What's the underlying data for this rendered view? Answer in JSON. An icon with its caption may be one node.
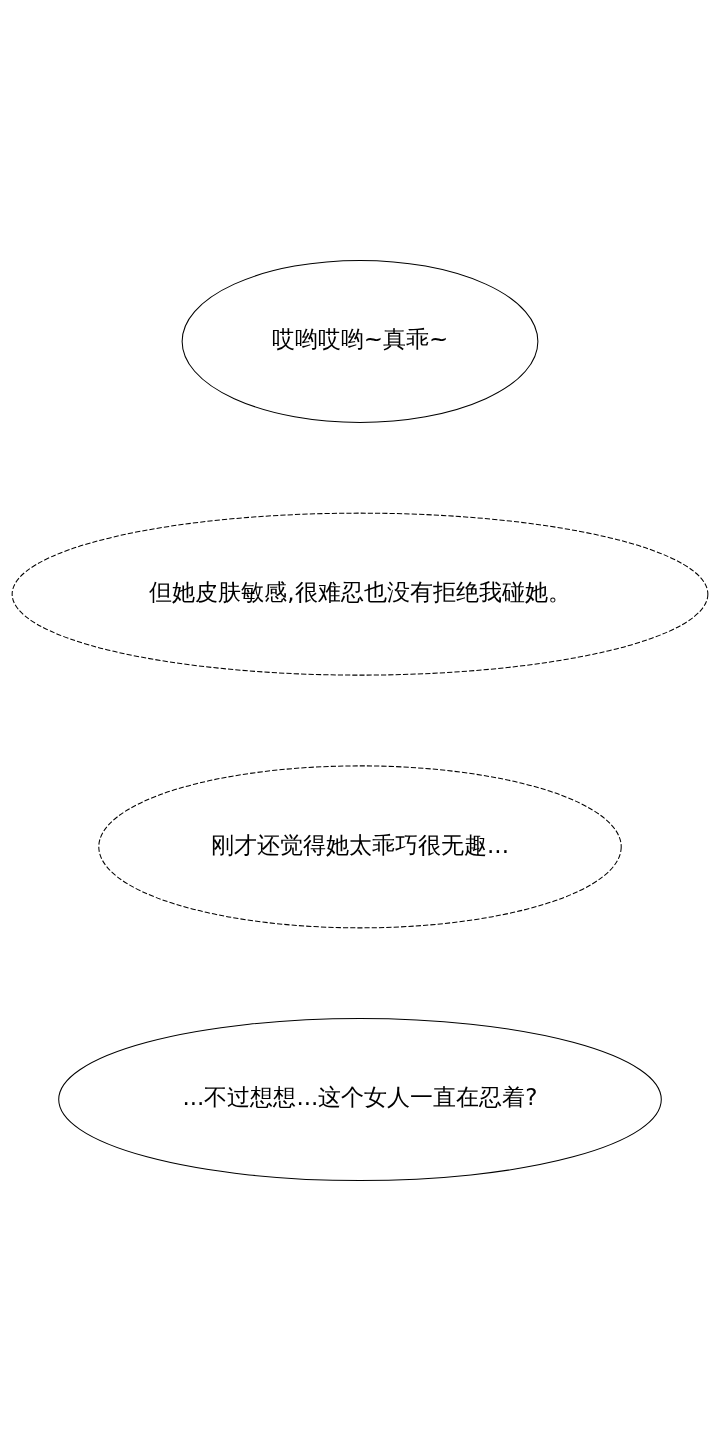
{
  "diagram": {
    "nodes": [
      {
        "text": [
          "...不过想想...这个女人一直在忍着?"
        ]
      },
      {
        "text": [
          "刚才还觉得她太乖巧很无趣..."
        ]
      },
      {
        "text": [
          "但她皮肤敏感,很难忍也没有拒绝我碰她。"
        ]
      },
      {
        "text": [
          "哎哟哎哟~真乖~"
        ]
      }
    ]
  }
}
